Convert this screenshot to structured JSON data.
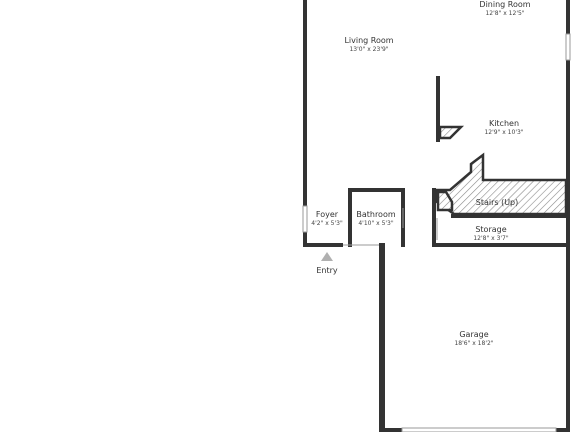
{
  "rooms": {
    "dining": {
      "name": "Dining Room",
      "dims": "12'8\" x 12'5\""
    },
    "living": {
      "name": "Living Room",
      "dims": "13'0\" x 23'9\""
    },
    "kitchen": {
      "name": "Kitchen",
      "dims": "12'9\" x 10'3\""
    },
    "foyer": {
      "name": "Foyer",
      "dims": "4'2\" x 5'3\""
    },
    "bathroom": {
      "name": "Bathroom",
      "dims": "4'10\" x 5'3\""
    },
    "stairs": {
      "name": "Stairs (Up)"
    },
    "storage": {
      "name": "Storage",
      "dims": "12'8\" x 3'7\""
    },
    "garage": {
      "name": "Garage",
      "dims": "18'6\" x 18'2\""
    }
  },
  "entry": {
    "label": "Entry"
  },
  "colors": {
    "wall": "#333333",
    "hatch": "#8a8a8a",
    "marker": "#b0b0b0",
    "background": "#ffffff"
  }
}
